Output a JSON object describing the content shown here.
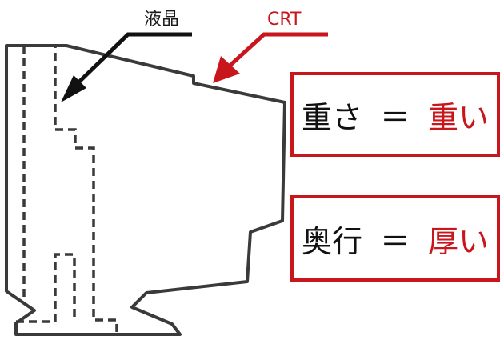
{
  "labels": {
    "lcd": "液晶",
    "crt": "CRT"
  },
  "comparisons": [
    {
      "term": "重さ",
      "equals": "＝",
      "value": "重い"
    },
    {
      "term": "奥行",
      "equals": "＝",
      "value": "厚い"
    }
  ],
  "colors": {
    "outline": "#3a3a3a",
    "accent_red": "#c8161d",
    "text": "#111111"
  }
}
